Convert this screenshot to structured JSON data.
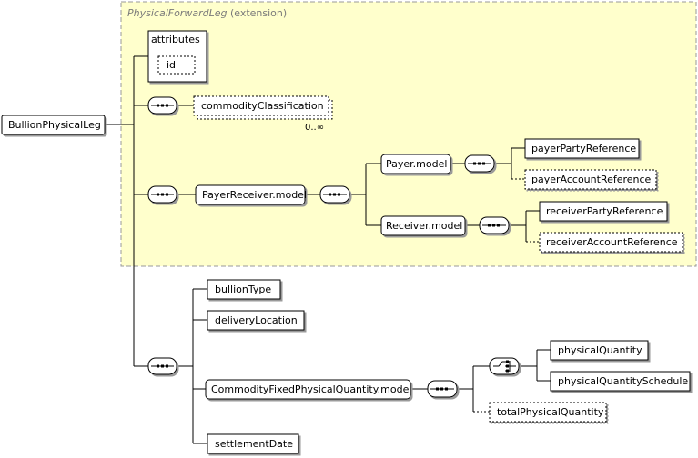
{
  "extension": {
    "type_name": "PhysicalForwardLeg",
    "suffix": "(extension)",
    "fill_color": "#ffffcc",
    "border_color": "#999999"
  },
  "root": {
    "label": "BullionPhysicalLeg"
  },
  "attributes": {
    "title": "attributes",
    "items": [
      "id"
    ]
  },
  "commodity_classification": {
    "label": "commodityClassification",
    "cardinality": "0..∞"
  },
  "payer_receiver": {
    "label": "PayerReceiver.model",
    "payer": {
      "label": "Payer.model",
      "children": [
        "payerPartyReference",
        "payerAccountReference"
      ]
    },
    "receiver": {
      "label": "Receiver.model",
      "children": [
        "receiverPartyReference",
        "receiverAccountReference"
      ]
    }
  },
  "sequence_children": {
    "bullion_type": "bullionType",
    "delivery_location": "deliveryLocation",
    "cfpq": {
      "label": "CommodityFixedPhysicalQuantity.model",
      "choice_children": [
        "physicalQuantity",
        "physicalQuantitySchedule"
      ],
      "total": "totalPhysicalQuantity"
    },
    "settlement_date": "settlementDate"
  },
  "icons": {
    "sequence": "sequence-compositor-icon",
    "choice": "choice-compositor-icon"
  }
}
